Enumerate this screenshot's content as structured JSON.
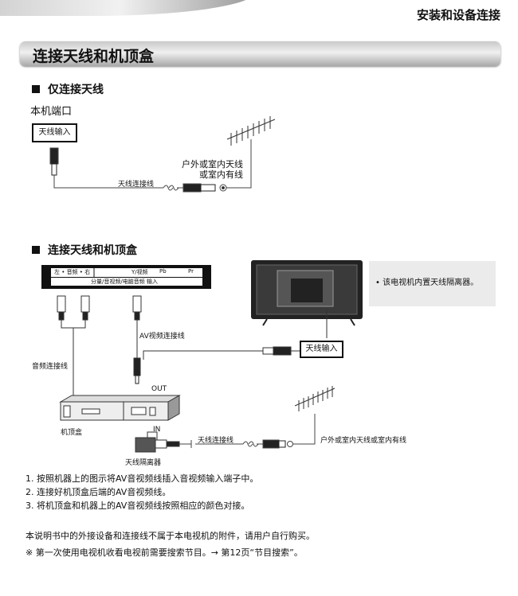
{
  "header": {
    "chapter_title": "安装和设备连接"
  },
  "section": {
    "title": "连接天线和机顶盒"
  },
  "part1": {
    "heading": "仅连接天线",
    "port_label": "本机端口",
    "port_box": "天线输入",
    "cable_label": "天线连接线",
    "antenna_label_1": "户外或室内天线",
    "antenna_label_2": "或室内有线"
  },
  "part2": {
    "heading": "连接天线和机顶盒",
    "panel": {
      "audio": "左 • 音频 • 右",
      "y": "Y/视频",
      "pb": "Pb",
      "pr": "Pr",
      "caption": "分量/音视频/电脑音频 输入"
    },
    "av_cable_label": "AV视频连接线",
    "audio_cable_label": "音频连接线",
    "tv_port_box": "天线输入",
    "out_label": "OUT",
    "in_label": "IN",
    "stb_label": "机顶盒",
    "isolator_label": "天线隔离器",
    "cable_label": "天线连接线",
    "antenna_label": "户外或室内天线或室内有线",
    "note": "该电视机内置天线隔离器。"
  },
  "steps": [
    "1. 按照机器上的图示将AV音视频线插入音视频输入端子中。",
    "2. 连接好机顶盒后端的AV音视频线。",
    "3. 将机顶盒和机器上的AV音视频线按照相应的颜色对接。"
  ],
  "footer": {
    "disclaimer": "本说明书中的外接设备和连接线不属于本电视机的附件，请用户自行购买。",
    "tip": "※ 第一次使用电视机收看电视前需要搜索节目。→ 第12页“节目搜索”。"
  }
}
